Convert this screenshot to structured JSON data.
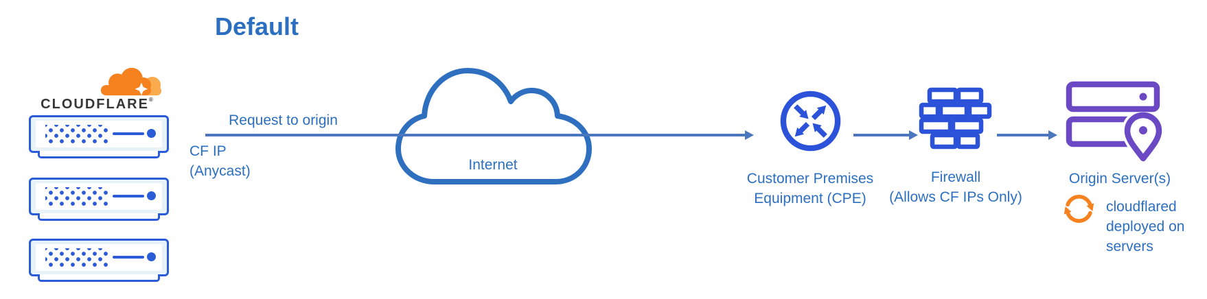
{
  "title": "Default",
  "brand": {
    "wordmark": "CLOUDFLARE",
    "registered_mark": "®"
  },
  "flow": {
    "edge_label": "Request to origin",
    "source_note_line1": "CF IP",
    "source_note_line2": "(Anycast)"
  },
  "internet": {
    "label": "Internet"
  },
  "cpe": {
    "label_line1": "Customer Premises",
    "label_line2": "Equipment (CPE)"
  },
  "firewall": {
    "label_line1": "Firewall",
    "label_line2": "(Allows CF IPs Only)"
  },
  "origin": {
    "label": "Origin Server(s)"
  },
  "cloudflared": {
    "note_line1": "cloudflared",
    "note_line2": "deployed on",
    "note_line3": "servers"
  },
  "icons": {
    "cloudflare-cloud-icon": "orange-cloud-logo",
    "cloudflare-server-icon": "blue-rack-server",
    "internet-cloud-icon": "outlined-cloud",
    "cpe-router-icon": "circle-with-four-arrows",
    "firewall-brick-icon": "brick-wall",
    "origin-servers-icon": "stacked-servers",
    "location-pin-icon": "map-pin",
    "cloudflared-sync-icon": "circular-arrows",
    "arrowhead-icon": "right-triangle"
  },
  "colors": {
    "text-blue": "#2c6fc0",
    "line-blue": "#4b77bf",
    "icon-blue": "#2b52d8",
    "server-blue": "#2b5cd8",
    "server-fill": "#e8f3f9",
    "cloud-stroke": "#2e6fc0",
    "origin-purple": "#6b49c5",
    "cf-orange": "#f6821f",
    "cf-orange-light": "#f9ab4d",
    "wordmark-dark": "#363636"
  }
}
